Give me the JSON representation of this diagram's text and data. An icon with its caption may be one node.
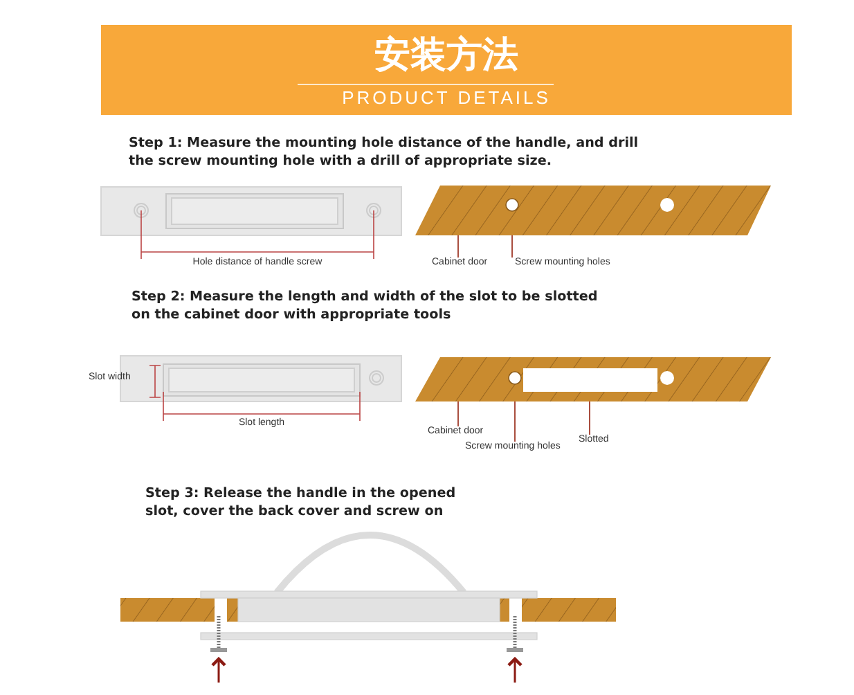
{
  "diagram": {
    "title": "安装方法",
    "nodes": [
      {
        "text": [
          "Cabinet door"
        ]
      },
      {
        "text": [],
        "shape": "box"
      },
      {
        "text": [
          "Screw mounting holes"
        ]
      },
      {
        "text": [],
        "shape": "circle",
        "in": 1
      },
      {
        "text": [
          "Cabinet door"
        ]
      },
      {
        "text": [],
        "shape": "box"
      },
      {
        "text": [
          "Screw mounting holes"
        ]
      },
      {
        "text": [],
        "shape": "circle",
        "in": 5
      },
      {
        "text": [
          "Slotted"
        ]
      },
      {
        "text": [],
        "shape": "box",
        "in": 5
      }
    ],
    "edges": [
      {
        "from": 0,
        "to": 1,
        "arrow": "none"
      },
      {
        "from": 2,
        "to": 3,
        "arrow": "none"
      },
      {
        "from": 4,
        "to": 5,
        "arrow": "none"
      },
      {
        "from": 6,
        "to": 7,
        "arrow": "none"
      },
      {
        "from": 8,
        "to": 9,
        "arrow": "none"
      }
    ],
    "labels": [
      "PRODUCT DETAILS",
      "Step 1: Measure the mounting hole distance of the handle, and drill the screw mounting hole with a drill of appropriate size.",
      "Hole distance of handle screw",
      "Step 2: Measure the length and width of the slot to be slotted on the cabinet door with appropriate tools",
      "Slot width",
      "Slot length",
      "Step 3: Release the handle in the opened slot, cover the back cover and screw on"
    ]
  }
}
